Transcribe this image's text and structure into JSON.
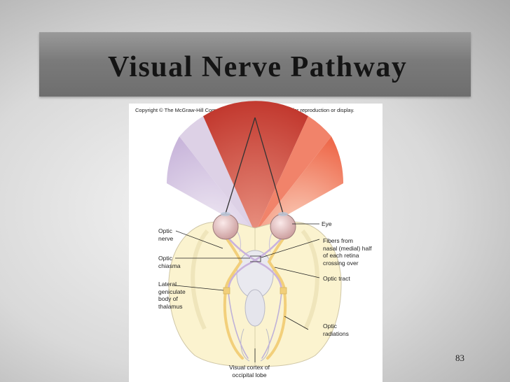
{
  "slide": {
    "title": "Visual Nerve Pathway",
    "copyright": "Copyright © The McGraw-Hill Companies, Inc. Permission required for reproduction or display.",
    "page_number": "83"
  },
  "labels": {
    "eye": "Eye",
    "optic_nerve": "Optic\nnerve",
    "fibers_crossing": "Fibers from\nnasal (medial) half\nof each retina\ncrossing over",
    "optic_chiasma": "Optic\nchiasma",
    "optic_tract": "Optic tract",
    "lateral_geniculate": "Lateral\ngeniculate\nbody of\nthalamus",
    "optic_radiations": "Optic\nradiations",
    "visual_cortex": "Visual cortex of\noccipital lobe"
  },
  "colors": {
    "left_field": "#d9cde4",
    "right_field": "#f07b5c",
    "top_field": "#c8453a",
    "brain_fill": "#fbf3cf",
    "nerve_fiber": "#f2cf7a",
    "nerve_fiber_medial": "#c9b2dd",
    "eye_fill": "#e5c4c4"
  }
}
